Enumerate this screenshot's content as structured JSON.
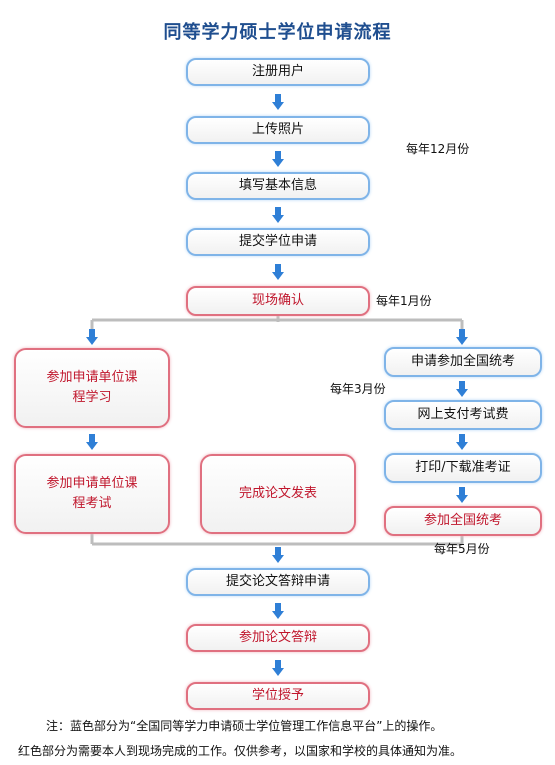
{
  "title": "同等学力硕士学位申请流程",
  "steps": {
    "register": "注册用户",
    "upload_photo": "上传照片",
    "basic_info": "填写基本信息",
    "submit_application": "提交学位申请",
    "onsite_confirm": "现场确认",
    "course_study": "参加申请单位课程学习",
    "course_exam": "参加申请单位课程考试",
    "thesis_publish": "完成论文发表",
    "apply_national_exam": "申请参加全国统考",
    "pay_fee": "网上支付考试费",
    "print_ticket": "打印/下载准考证",
    "national_exam": "参加全国统考",
    "submit_defense": "提交论文答辩申请",
    "defense": "参加论文答辩",
    "degree_awarded": "学位授予"
  },
  "notes": {
    "dec": "每年12月份",
    "jan": "每年1月份",
    "mar": "每年3月份",
    "may": "每年5月份"
  },
  "footer": {
    "line1": "注：蓝色部分为“全国同等学力申请硕士学位管理工作信息平台”上的操作。",
    "line2": "红色部分为需要本人到现场完成的工作。仅供参考，以国家和学校的具体通知为准。"
  },
  "colors": {
    "blue_border": "#7fb4e8",
    "red_border": "#e07080",
    "red_text": "#c0162c",
    "arrow": "#2f7fd6",
    "connector": "#bdbdbd",
    "title": "#1f4e8f"
  }
}
